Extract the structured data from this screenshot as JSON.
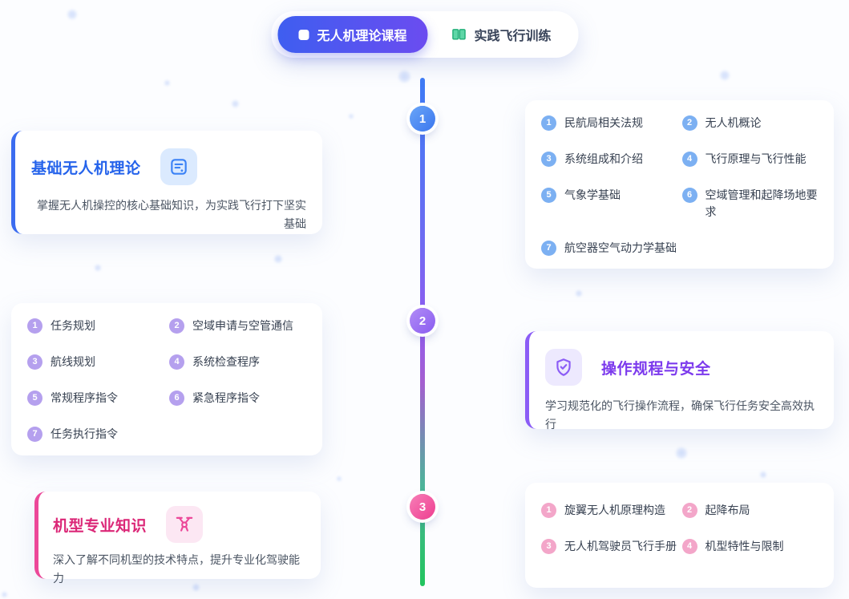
{
  "tabs": [
    {
      "label": "无人机理论课程",
      "active": true,
      "icon": "square-icon"
    },
    {
      "label": "实践飞行训练",
      "active": false,
      "icon": "book-icon"
    }
  ],
  "timeline": {
    "sections": [
      {
        "node": "1",
        "info_card": {
          "side": "left",
          "accent_color": "#3b6cf0",
          "icon": "document-icon",
          "title": "基础无人机理论",
          "description": "掌握无人机操控的核心基础知识，为实践飞行打下坚实基础"
        },
        "list_card": {
          "side": "right",
          "badge_color": "#7cb0f2",
          "items": [
            {
              "num": "1",
              "text": "民航局相关法规"
            },
            {
              "num": "2",
              "text": "无人机概论"
            },
            {
              "num": "3",
              "text": "系统组成和介绍"
            },
            {
              "num": "4",
              "text": "飞行原理与飞行性能"
            },
            {
              "num": "5",
              "text": "气象学基础"
            },
            {
              "num": "6",
              "text": "空域管理和起降场地要求"
            },
            {
              "num": "7",
              "text": "航空器空气动力学基础"
            }
          ]
        }
      },
      {
        "node": "2",
        "info_card": {
          "side": "right",
          "accent_color": "#8b5cf6",
          "icon": "shield-check-icon",
          "title": "操作规程与安全",
          "description": "学习规范化的飞行操作流程，确保飞行任务安全高效执行"
        },
        "list_card": {
          "side": "left",
          "badge_color": "#b5a0ee",
          "items": [
            {
              "num": "1",
              "text": "任务规划"
            },
            {
              "num": "2",
              "text": "空域申请与空管通信"
            },
            {
              "num": "3",
              "text": "航线规划"
            },
            {
              "num": "4",
              "text": "系统检查程序"
            },
            {
              "num": "5",
              "text": "常规程序指令"
            },
            {
              "num": "6",
              "text": "紧急程序指令"
            },
            {
              "num": "7",
              "text": "任务执行指令"
            }
          ]
        }
      },
      {
        "node": "3",
        "info_card": {
          "side": "left",
          "accent_color": "#ec4899",
          "icon": "drone-icon",
          "title": "机型专业知识",
          "description": "深入了解不同机型的技术特点，提升专业化驾驶能力"
        },
        "list_card": {
          "side": "right",
          "badge_color": "#f3a6c9",
          "items": [
            {
              "num": "1",
              "text": "旋翼无人机原理构造"
            },
            {
              "num": "2",
              "text": "起降布局"
            },
            {
              "num": "3",
              "text": "无人机驾驶员飞行手册"
            },
            {
              "num": "4",
              "text": "机型特性与限制"
            }
          ]
        }
      }
    ]
  },
  "colors": {
    "tab_active_gradient_start": "#3e5ef0",
    "tab_active_gradient_end": "#6b4cf0",
    "tab_book_icon_green": "#2ebd85",
    "timeline_top": "#3d7bf5",
    "timeline_middle": "#8f5cf0",
    "timeline_bottom": "#22c55e",
    "node1_blue": "#3b76ee",
    "node2_purple": "#8a5cf0",
    "node3_pink": "#ee3d8f",
    "title_blue": "#2563eb",
    "title_purple": "#7c3aed",
    "title_pink": "#db2777"
  }
}
